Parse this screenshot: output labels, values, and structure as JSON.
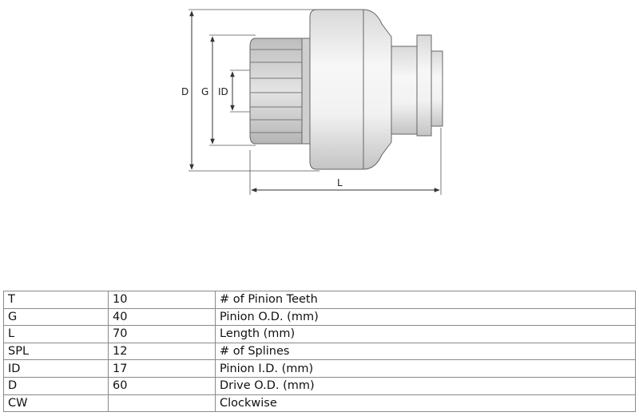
{
  "diagram": {
    "dimension_labels": {
      "d": "D",
      "g": "G",
      "id": "ID",
      "l": "L"
    }
  },
  "spec_table": {
    "rows": [
      {
        "code": "T",
        "value": "10",
        "description": "# of Pinion Teeth"
      },
      {
        "code": "G",
        "value": "40",
        "description": "Pinion O.D. (mm)"
      },
      {
        "code": "L",
        "value": "70",
        "description": "Length (mm)"
      },
      {
        "code": "SPL",
        "value": "12",
        "description": "# of Splines"
      },
      {
        "code": "ID",
        "value": "17",
        "description": "Pinion I.D. (mm)"
      },
      {
        "code": "D",
        "value": "60",
        "description": "Drive O.D. (mm)"
      },
      {
        "code": "CW",
        "value": "",
        "description": "Clockwise"
      }
    ]
  }
}
